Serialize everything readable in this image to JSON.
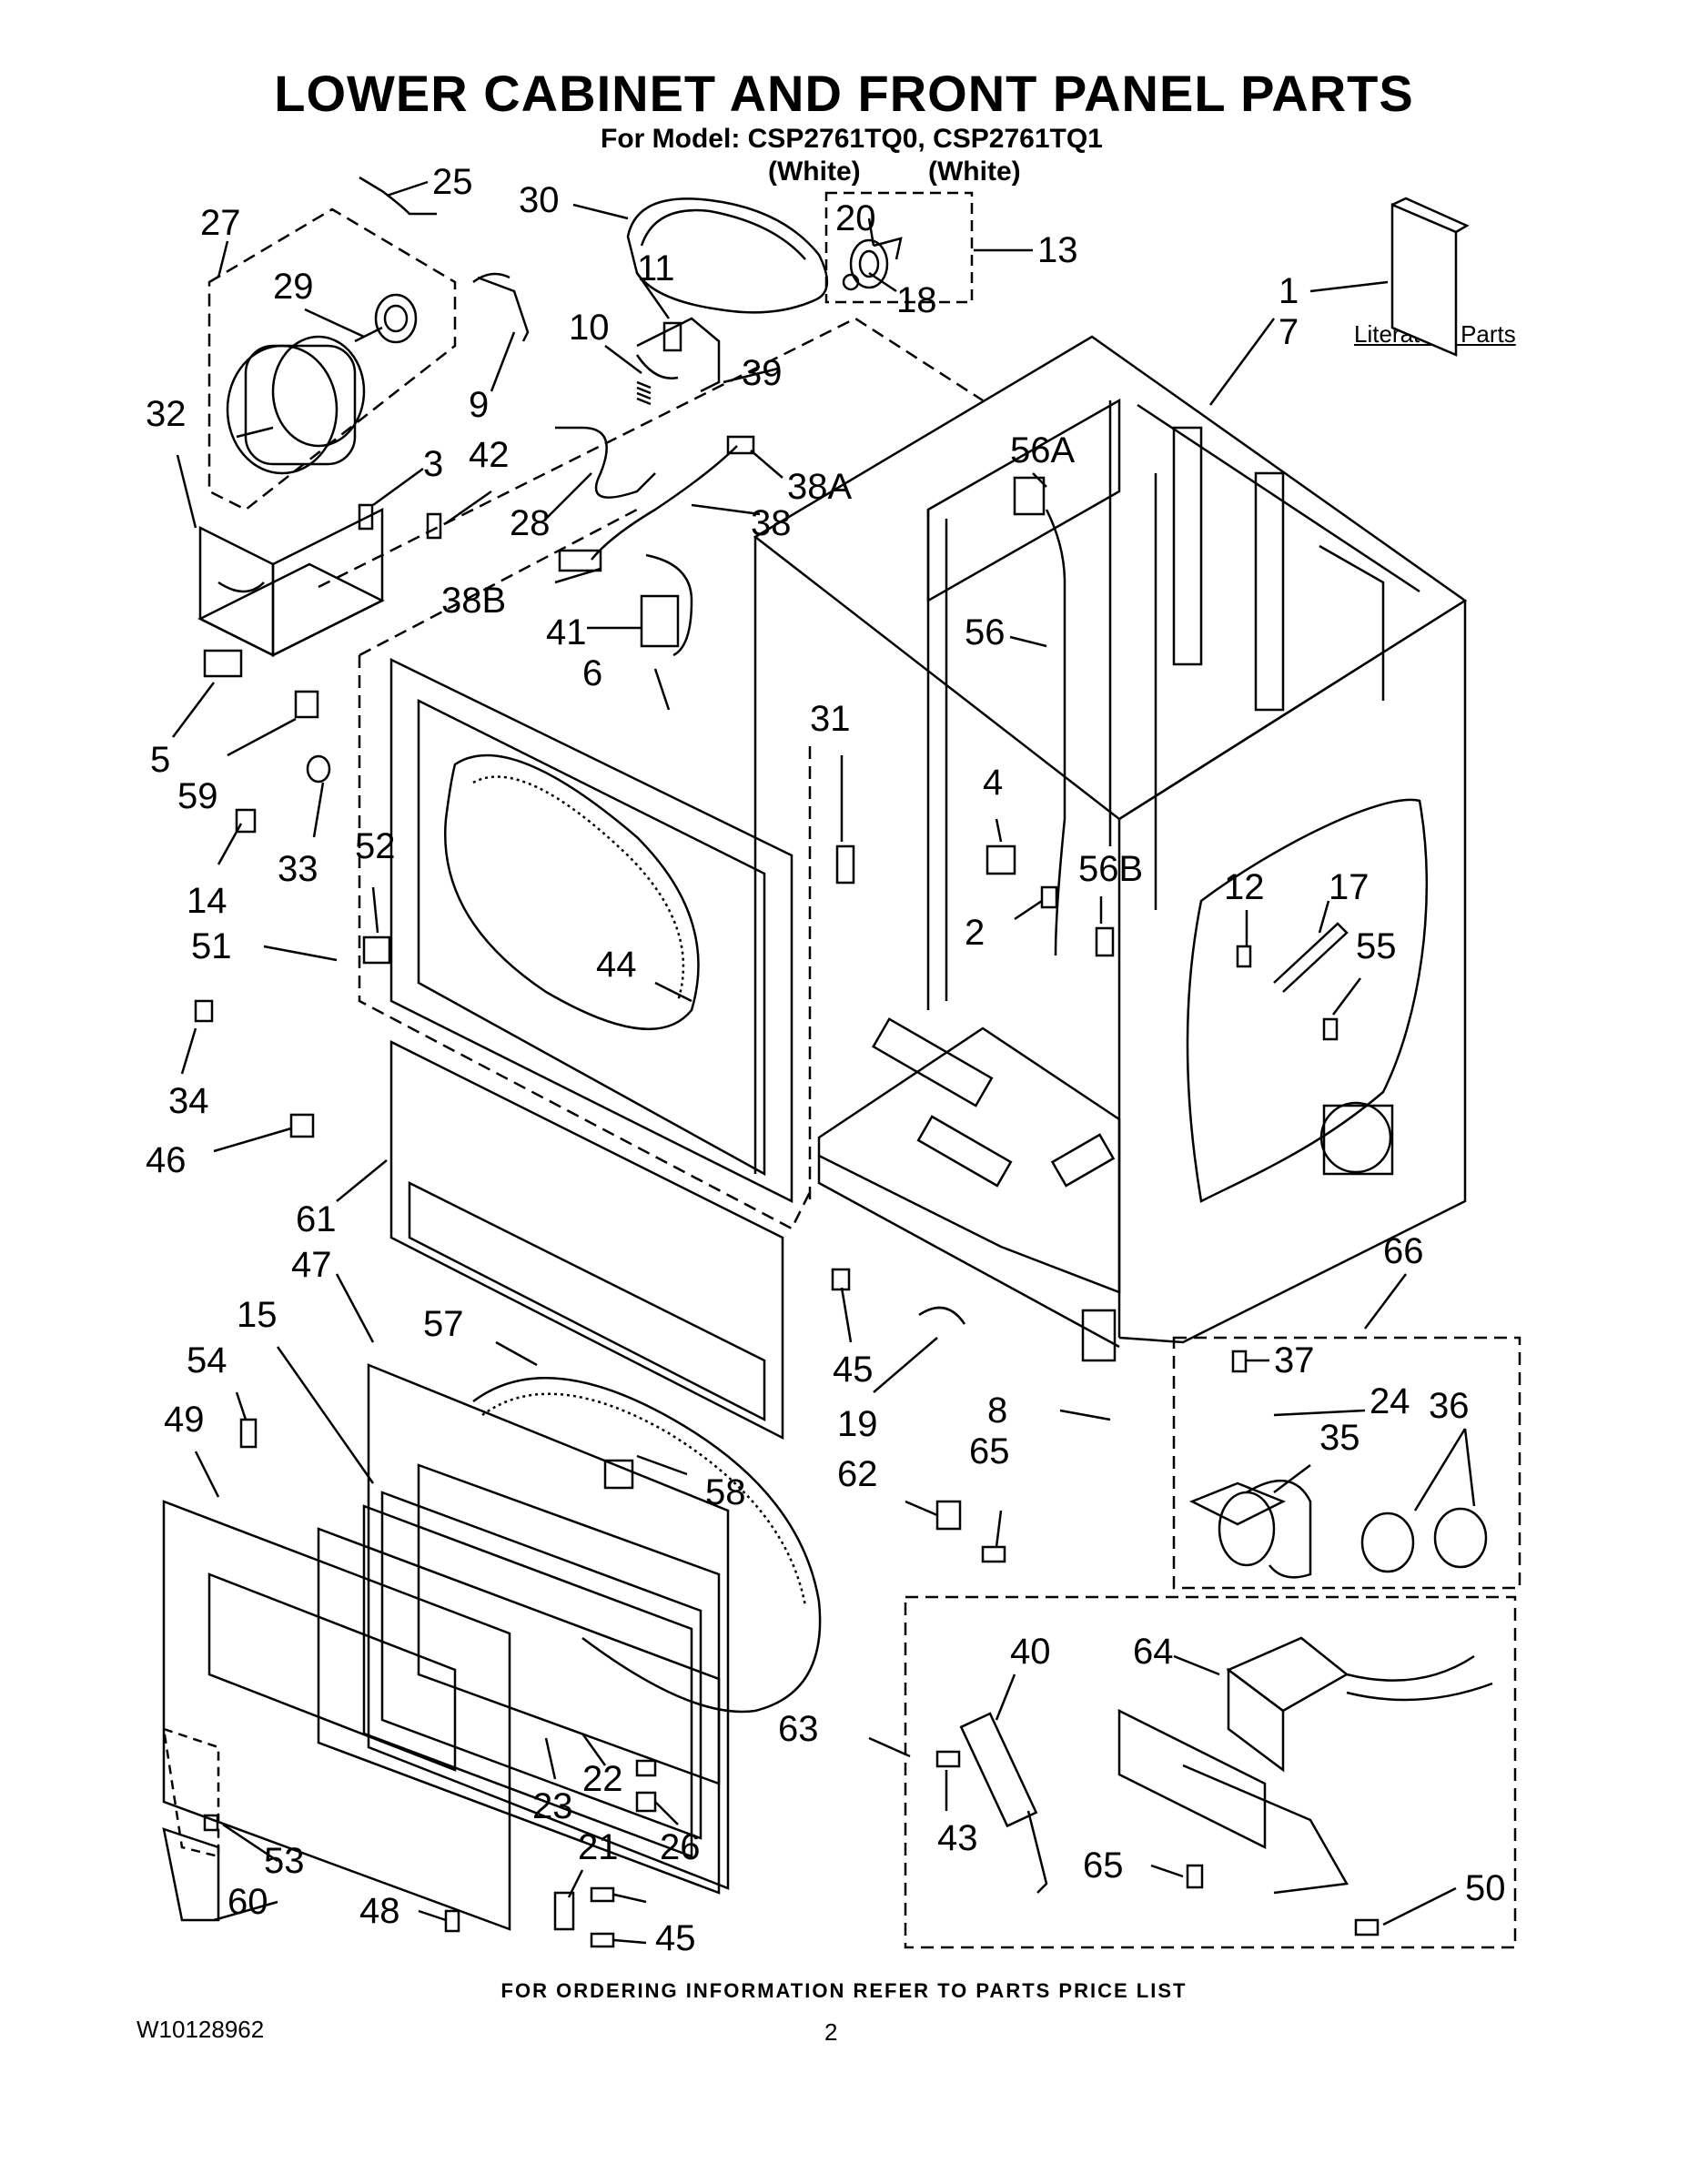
{
  "title": "LOWER CABINET AND FRONT PANEL PARTS",
  "model_line": "For Model: CSP2761TQ0, CSP2761TQ1",
  "variants": [
    "(White)",
    "(White)"
  ],
  "literature_label": "Literature Parts",
  "footer_note": "FOR ORDERING INFORMATION REFER TO PARTS PRICE LIST",
  "document_number": "W10128962",
  "page_number": "2",
  "callouts": [
    "25",
    "27",
    "29",
    "30",
    "11",
    "10",
    "20",
    "18",
    "13",
    "1",
    "7",
    "9",
    "39",
    "32",
    "3",
    "42",
    "28",
    "38A",
    "38",
    "56A",
    "38B",
    "41",
    "6",
    "5",
    "59",
    "33",
    "31",
    "14",
    "4",
    "56",
    "56B",
    "52",
    "51",
    "44",
    "12",
    "17",
    "55",
    "2",
    "34",
    "46",
    "61",
    "66",
    "47",
    "57",
    "45",
    "37",
    "24",
    "15",
    "19",
    "54",
    "8",
    "65",
    "36",
    "35",
    "49",
    "58",
    "62",
    "40",
    "64",
    "63",
    "43",
    "23",
    "22",
    "26",
    "53",
    "21",
    "65",
    "50",
    "60",
    "48",
    "45"
  ]
}
